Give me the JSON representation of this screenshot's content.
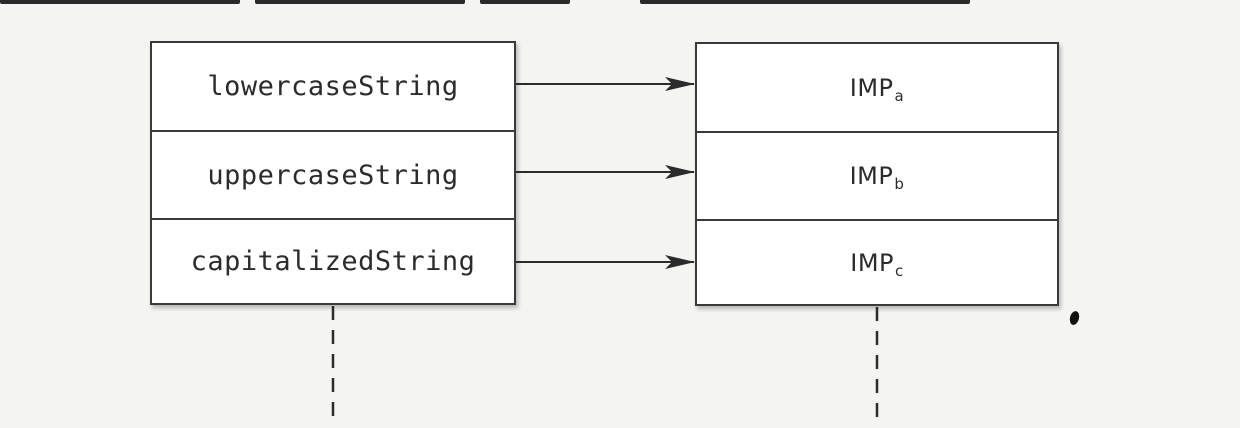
{
  "selectors": [
    {
      "label": "lowercaseString"
    },
    {
      "label": "uppercaseString"
    },
    {
      "label": "capitalizedString"
    }
  ],
  "implementations": [
    {
      "base": "IMP",
      "sub": "a"
    },
    {
      "base": "IMP",
      "sub": "b"
    },
    {
      "base": "IMP",
      "sub": "c"
    }
  ],
  "colors": {
    "line": "#2b2b2b",
    "box_fill": "#ffffff",
    "background": "#f4f4f2"
  }
}
